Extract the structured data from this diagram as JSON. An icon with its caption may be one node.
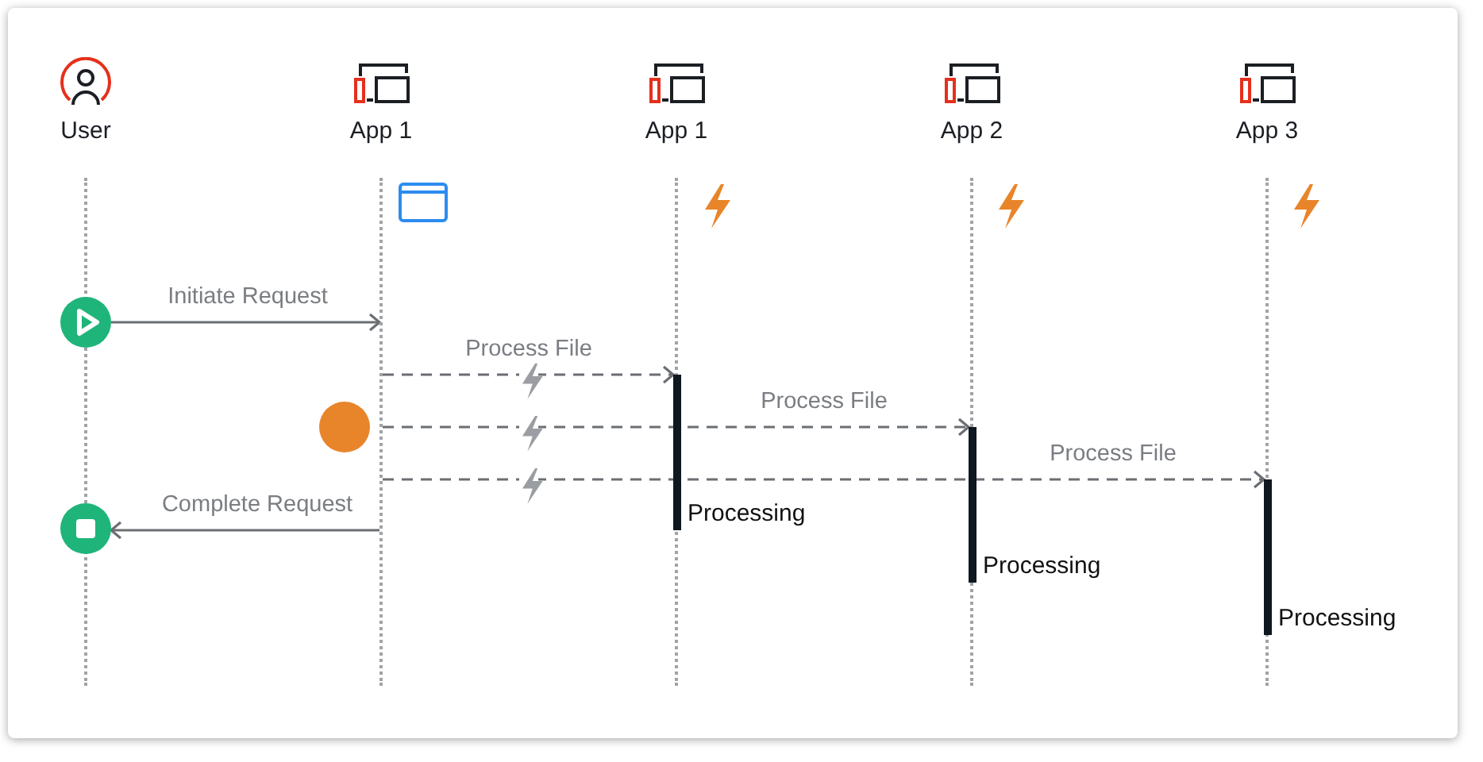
{
  "diagram": {
    "nodes": [
      {
        "text": [
          "User"
        ]
      },
      {
        "text": [
          "App 1"
        ]
      },
      {
        "text": [
          "App 1"
        ]
      },
      {
        "text": [
          "App 2"
        ]
      },
      {
        "text": [
          "App 3"
        ]
      },
      {
        "text": [],
        "shape": "line"
      },
      {
        "text": [],
        "shape": "line"
      },
      {
        "text": [],
        "shape": "line"
      },
      {
        "text": [],
        "shape": "line"
      },
      {
        "text": [],
        "shape": "line"
      },
      {
        "text": [],
        "shape": "circle"
      },
      {
        "text": [],
        "shape": "circle"
      },
      {
        "text": [],
        "shape": "circle"
      },
      {
        "text": [],
        "shape": "bar",
        "beside": [
          "Processing"
        ]
      },
      {
        "text": [],
        "shape": "bar",
        "beside": [
          "Processing"
        ]
      },
      {
        "text": [],
        "shape": "bar",
        "beside": [
          "Processing"
        ]
      }
    ],
    "edges": [
      {
        "from": 10,
        "to": 6,
        "arrow": "to",
        "label": "Initiate Request"
      },
      {
        "from": 6,
        "to": 13,
        "arrow": "to",
        "label": "Process File",
        "style": "dashed"
      },
      {
        "from": 6,
        "to": 14,
        "arrow": "to",
        "label": "Process File",
        "style": "dashed"
      },
      {
        "from": 6,
        "to": 15,
        "arrow": "to",
        "label": "Process File",
        "style": "dashed"
      },
      {
        "from": 6,
        "to": 12,
        "arrow": "to",
        "label": "Complete Request"
      }
    ]
  }
}
